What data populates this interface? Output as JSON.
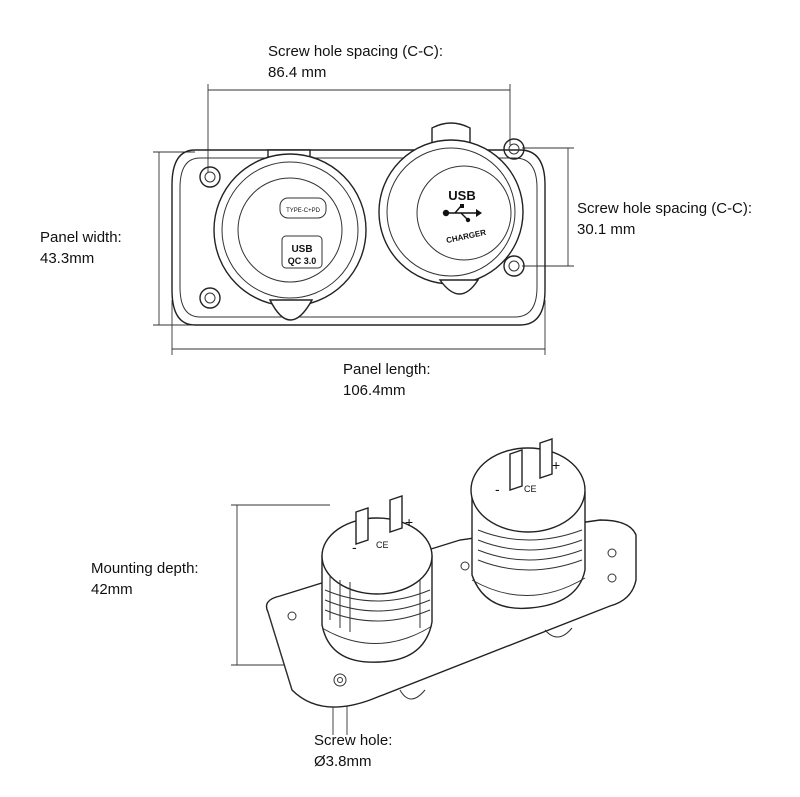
{
  "top_view": {
    "screw_spacing_long": {
      "label": "Screw hole spacing (C-C):",
      "value": "86.4 mm"
    },
    "screw_spacing_short": {
      "label": "Screw hole spacing (C-C):",
      "value": "30.1 mm"
    },
    "panel_width": {
      "label": "Panel width:",
      "value": "43.3mm"
    },
    "panel_length": {
      "label": "Panel length:",
      "value": "106.4mm"
    },
    "left_socket": {
      "port_label": "TYPE-C+PD",
      "usb_label": "USB",
      "qc_label": "QC 3.0"
    },
    "right_socket": {
      "usb_label": "USB",
      "charger_label": "CHARGER"
    }
  },
  "side_view": {
    "mounting_depth": {
      "label": "Mounting depth:",
      "value": "42mm"
    },
    "screw_hole": {
      "label": "Screw hole:",
      "value": "Ø3.8mm"
    },
    "terminal_minus": "-",
    "terminal_plus": "+",
    "ce_mark": "CE"
  }
}
